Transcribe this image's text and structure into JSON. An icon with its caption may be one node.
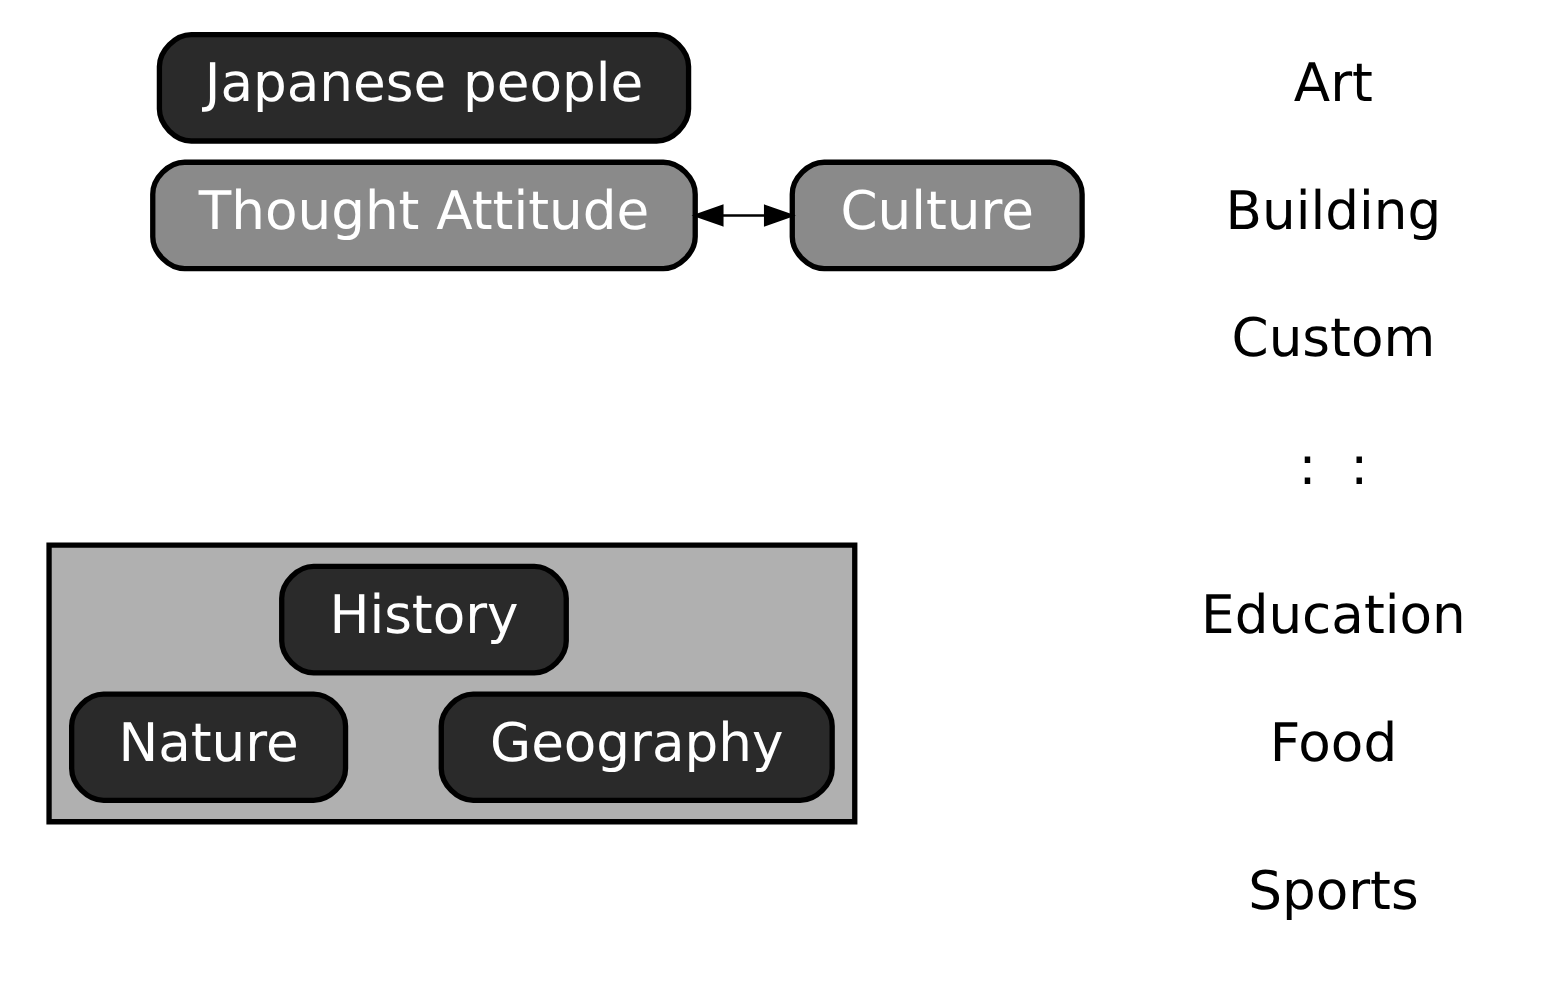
{
  "diagram": {
    "nodes": [
      {
        "text": [
          "Japanese people"
        ]
      },
      {
        "text": [
          "Thought Attitude"
        ]
      },
      {
        "text": [
          "Culture"
        ]
      },
      {
        "text": [],
        "shape": "triangle"
      },
      {
        "text": [
          "History"
        ],
        "in": 3
      },
      {
        "text": [
          "Nature"
        ],
        "in": 3
      },
      {
        "text": [
          "Geography"
        ],
        "in": 3
      }
    ],
    "edges": [
      {
        "from": 1,
        "to": 2,
        "arrow": "both"
      }
    ],
    "labels": [
      "Art",
      "Building",
      "Custom",
      ":  :",
      "Education",
      "Food",
      "Sports"
    ]
  }
}
